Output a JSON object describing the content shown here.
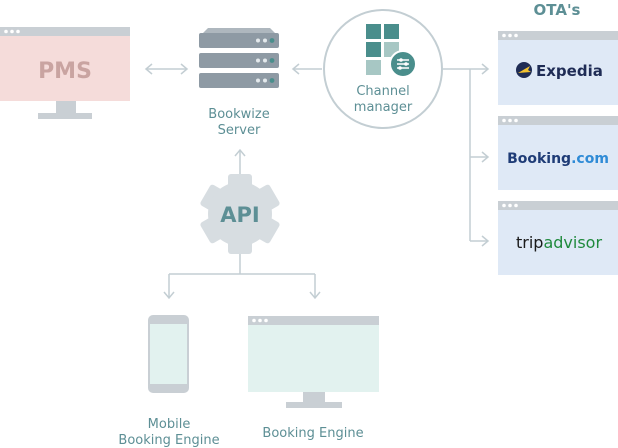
{
  "nodes": {
    "pms": "PMS",
    "server_line1": "Bookwize",
    "server_line2": "Server",
    "channel_line1": "Channel",
    "channel_line2": "manager",
    "api": "API",
    "mobile_line1": "Mobile",
    "mobile_line2": "Booking Engine",
    "booking_engine": "Booking Engine",
    "ota_title": "OTA's"
  },
  "otas": {
    "expedia": "Expedia",
    "booking_name": "Booking",
    "booking_tld": ".com",
    "trip": "trip",
    "advisor": "advisor"
  },
  "colors": {
    "line": "#c3ced3",
    "text": "#5d8f95",
    "pms_fill": "#f5dcda",
    "pms_text": "#c9a4a1",
    "server": "#8e9aa4",
    "teal": "#4a8e8c",
    "ota_fill": "#dfe9f6",
    "mint_fill": "#e2f2ef",
    "bar": "#c9cfd4"
  }
}
